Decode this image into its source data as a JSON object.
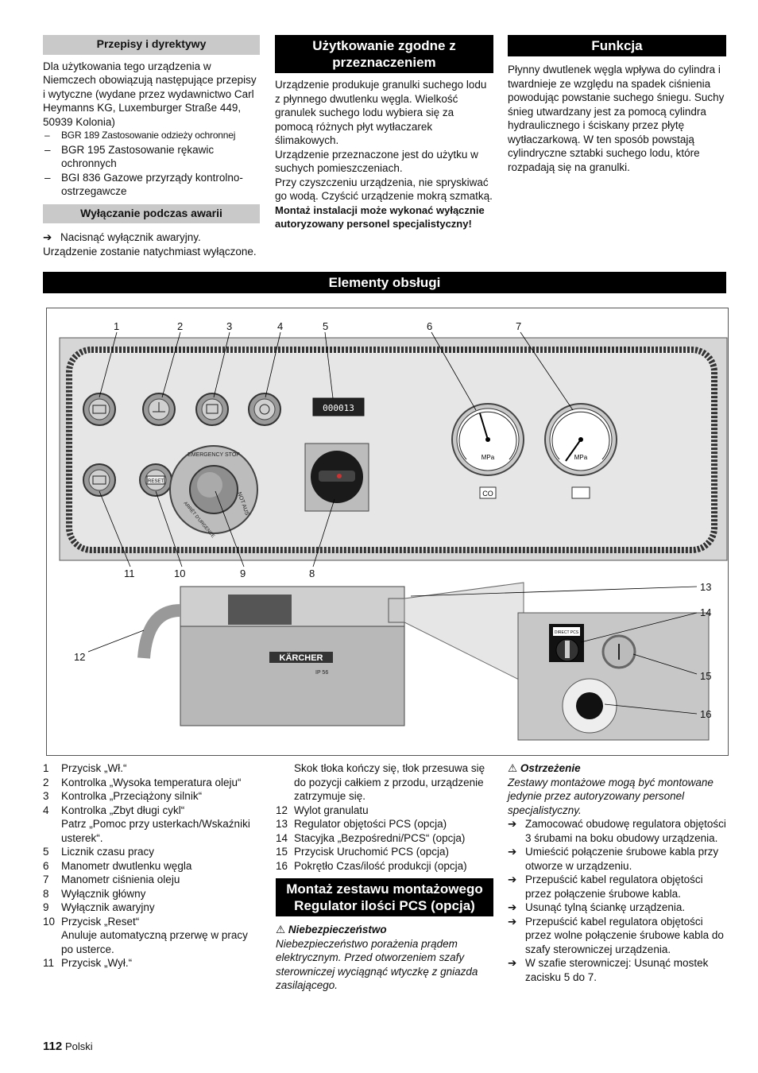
{
  "col1": {
    "h1": "Przepisy i dyrektywy",
    "p1": "Dla użytkowania tego urządzenia w Niemczech obowiązują następujące przepisy i wytyczne (wydane przez wydawnictwo Carl Heymanns KG, Luxemburger Straße 449, 50939 Kolonia)",
    "list": [
      "BGR 189 Zastosowanie odzieży ochronnej",
      "BGR 195 Zastosowanie rękawic ochronnych",
      "BGI 836 Gazowe przyrządy kontrolno-ostrzegawcze"
    ],
    "h2": "Wyłączanie podczas awarii",
    "step": "Nacisnąć wyłącznik awaryjny.",
    "p2": "Urządzenie zostanie natychmiast wyłączone."
  },
  "col2": {
    "h1": "Użytkowanie zgodne z przeznaczeniem",
    "p1": "Urządzenie produkuje granulki suchego lodu z płynnego dwutlenku węgla. Wielkość granulek suchego lodu wybiera się za pomocą różnych płyt wytłaczarek ślimakowych.",
    "p2": "Urządzenie przeznaczone jest do użytku w suchych pomieszczeniach.",
    "p3": "Przy czyszczeniu urządzenia, nie spryskiwać go wodą. Czyścić urządzenie mokrą szmatką.",
    "p4": "Montaż instalacji może wykonać wyłącznie autoryzowany personel specjalistyczny!"
  },
  "col3": {
    "h1": "Funkcja",
    "p1": "Płynny dwutlenek węgla wpływa do cylindra i twardnieje ze względu na spadek ciśnienia powodując powstanie suchego śniegu. Suchy śnieg utwardzany jest za pomocą cylindra hydraulicznego i ściskany przez płytę wytłaczarkową. W ten sposób powstają cylindryczne sztabki suchego lodu, które rozpadają się na granulki."
  },
  "section": "Elementy obsługi",
  "figure": {
    "top_numbers": [
      "1",
      "2",
      "3",
      "4",
      "5",
      "6",
      "7"
    ],
    "bottom_numbers": [
      "11",
      "10",
      "9",
      "8"
    ],
    "right_numbers": [
      "13",
      "14",
      "15",
      "16"
    ],
    "left_number": "12",
    "hour_counter": "000013",
    "estop_top": "EMERGENCY STOP",
    "estop_left": "ARRÊT D'URGENCE",
    "estop_right": "NOT AUS",
    "reset_label": "RESET",
    "gauge_co": "CO",
    "gauge_unit": "MPa",
    "brand": "KÄRCHER",
    "ip": "IP 56",
    "pcs_switch_labels": "DIRECT   PCS"
  },
  "items": [
    {
      "n": "1",
      "t": "Przycisk „Wł.“"
    },
    {
      "n": "2",
      "t": "Kontrolka „Wysoka temperatura oleju“"
    },
    {
      "n": "3",
      "t": "Kontrolka „Przeciążony silnik“"
    },
    {
      "n": "4",
      "t": "Kontrolka „Zbyt długi cykl“"
    },
    {
      "n": "",
      "t": "Patrz „Pomoc przy usterkach/Wskaźniki usterek“."
    },
    {
      "n": "5",
      "t": "Licznik czasu pracy"
    },
    {
      "n": "6",
      "t": "Manometr dwutlenku węgla"
    },
    {
      "n": "7",
      "t": "Manometr ciśnienia oleju"
    },
    {
      "n": "8",
      "t": "Wyłącznik główny"
    },
    {
      "n": "9",
      "t": "Wyłącznik awaryjny"
    },
    {
      "n": "10",
      "t": "Przycisk „Reset“"
    },
    {
      "n": "",
      "t": "Anuluje automatyczną przerwę w pracy po usterce."
    },
    {
      "n": "11",
      "t": "Przycisk „Wył.“"
    }
  ],
  "items2_pre": "Skok tłoka kończy się, tłok przesuwa się do pozycji całkiem z przodu, urządzenie zatrzymuje się.",
  "items2": [
    {
      "n": "12",
      "t": "Wylot granulatu"
    },
    {
      "n": "13",
      "t": "Regulator objętości PCS (opcja)"
    },
    {
      "n": "14",
      "t": "Stacyjka „Bezpośredni/PCS“ (opcja)"
    },
    {
      "n": "15",
      "t": "Przycisk Uruchomić PCS (opcja)"
    },
    {
      "n": "16",
      "t": " Pokrętło Czas/ilość produkcji (opcja)"
    }
  ],
  "col2b": {
    "h": "Montaż zestawu montażowego Regulator ilości PCS (opcja)",
    "danger_head": "Niebezpieczeństwo",
    "danger_text": "Niebezpieczeństwo porażenia prądem elektrycznym. Przed otworzeniem szafy sterowniczej wyciągnąć wtyczkę z gniazda zasilającego."
  },
  "col3b": {
    "warn_head": "Ostrzeżenie",
    "warn_text": "Zestawy montażowe mogą być montowane jedynie przez autoryzowany personel specjalistyczny.",
    "steps": [
      "Zamocować obudowę regulatora objętości 3 śrubami na boku obudowy urządzenia.",
      "Umieścić połączenie śrubowe kabla przy otworze w urządzeniu.",
      "Przepuścić kabel regulatora objętości przez połączenie śrubowe kabla.",
      "Usunąć tylną ściankę urządzenia.",
      "Przepuścić kabel regulatora objętości przez wolne połączenie śrubowe kabla do szafy sterowniczej urządzenia.",
      "W szafie sterowniczej: Usunąć mostek zacisku 5 do 7."
    ]
  },
  "footer": {
    "page": "112",
    "lang": "Polski"
  }
}
